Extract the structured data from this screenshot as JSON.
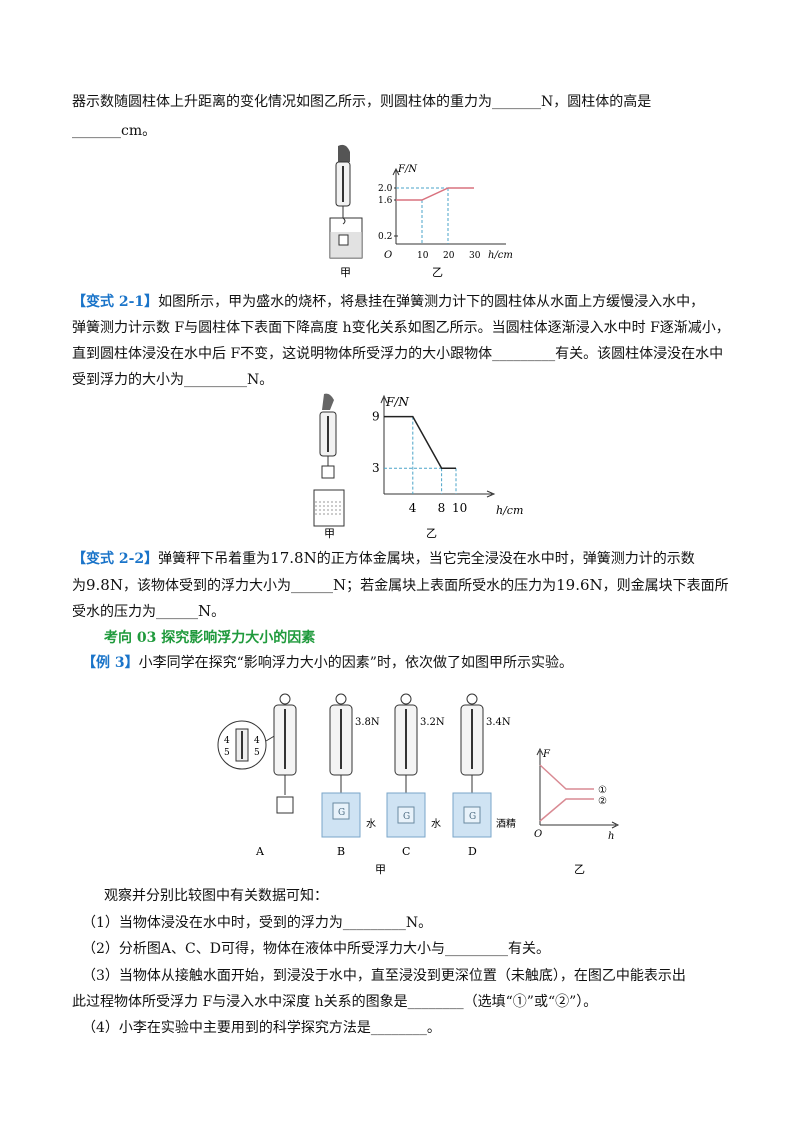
{
  "intro": {
    "line1": "器示数随圆柱体上升距离的变化情况如图乙所示，则圆柱体的重力为_______N，圆柱体的高是",
    "line2": "_______cm。"
  },
  "fig1": {
    "left_label": "甲",
    "right_label": "乙",
    "chart_data": {
      "type": "line",
      "ylabel": "F/N",
      "xlabel": "h/cm",
      "origin": "O",
      "x_ticks": [
        "10",
        "20",
        "30"
      ],
      "y_ticks": [
        "0.2",
        "1.6",
        "2.0"
      ],
      "x": [
        0,
        10,
        20,
        30
      ],
      "y": [
        1.6,
        1.6,
        2.0,
        2.0
      ]
    }
  },
  "v21": {
    "tag": "【变式 2-1】",
    "line1": "如图所示，甲为盛水的烧杯，将悬挂在弹簧测力计下的圆柱体从水面上方缓慢浸入水中，",
    "line2": "弹簧测力计示数 F与圆柱体下表面下降高度 h变化关系如图乙所示。当圆柱体逐渐浸入水中时 F逐渐减小，",
    "line3": "直到圆柱体浸没在水中后 F不变，这说明物体所受浮力的大小跟物体_________有关。该圆柱体浸没在水中",
    "line4": "受到浮力的大小为_________N。"
  },
  "fig2": {
    "left_label": "甲",
    "right_label": "乙",
    "chart_data": {
      "type": "line",
      "ylabel": "F/N",
      "xlabel": "h/cm",
      "x_ticks": [
        "4",
        "8",
        "10"
      ],
      "y_ticks": [
        "3",
        "9"
      ],
      "x": [
        0,
        4,
        8,
        10
      ],
      "y": [
        9,
        9,
        3,
        3
      ]
    }
  },
  "v22": {
    "tag": "【变式 2-2】",
    "line1_a": "弹簧秤下吊着重为",
    "line1_b": "17.8N",
    "line1_c": "的正方体金属块，当它完全浸没在水中时，弹簧测力计的示数",
    "line2_a": "为",
    "line2_b": "9.8N",
    "line2_c": "，该物体受到的浮力大小为______",
    "line2_d": "N",
    "line2_e": "；若金属块上表面所受水的压力为",
    "line2_f": "19.6N",
    "line2_g": "，则金属块下表面所",
    "line3_a": "受水的压力为______",
    "line3_b": "N",
    "line3_c": "。"
  },
  "section": {
    "title": "考向 03 探究影响浮力大小的因素"
  },
  "ex3": {
    "tag": "【例 3】",
    "text": "小李同学在探究“影响浮力大小的因素”时，依次做了如图甲所示实验。"
  },
  "fig3": {
    "readings": [
      "3.8N",
      "3.2N",
      "3.4N"
    ],
    "liquids": [
      "水",
      "水",
      "酒精"
    ],
    "labels": [
      "A",
      "B",
      "C",
      "D"
    ],
    "block_letter": "G",
    "zoom_ticks_left": [
      "4",
      "5"
    ],
    "zoom_ticks_right": [
      "4",
      "5"
    ],
    "caption_left": "甲",
    "caption_right": "乙",
    "graph": {
      "ylabel": "F",
      "xlabel": "h",
      "origin": "O",
      "curve1": "①",
      "curve2": "②"
    }
  },
  "questions": {
    "intro": "观察并分别比较图中有关数据可知：",
    "q1": "（1）当物体浸没在水中时，受到的浮力为_________N。",
    "q2": "（2）分析图A、C、D可得，物体在液体中所受浮力大小与_________有关。",
    "q3a": "（3）当物体从接触水面开始，到浸没于水中，直至浸没到更深位置（未触底），在图乙中能表示出",
    "q3b": "此过程物体所受浮力 F与浸入水中深度 h关系的图象是________（选填“①”或“②”）。",
    "q4": "（4）小李在实验中主要用到的科学探究方法是________。"
  }
}
